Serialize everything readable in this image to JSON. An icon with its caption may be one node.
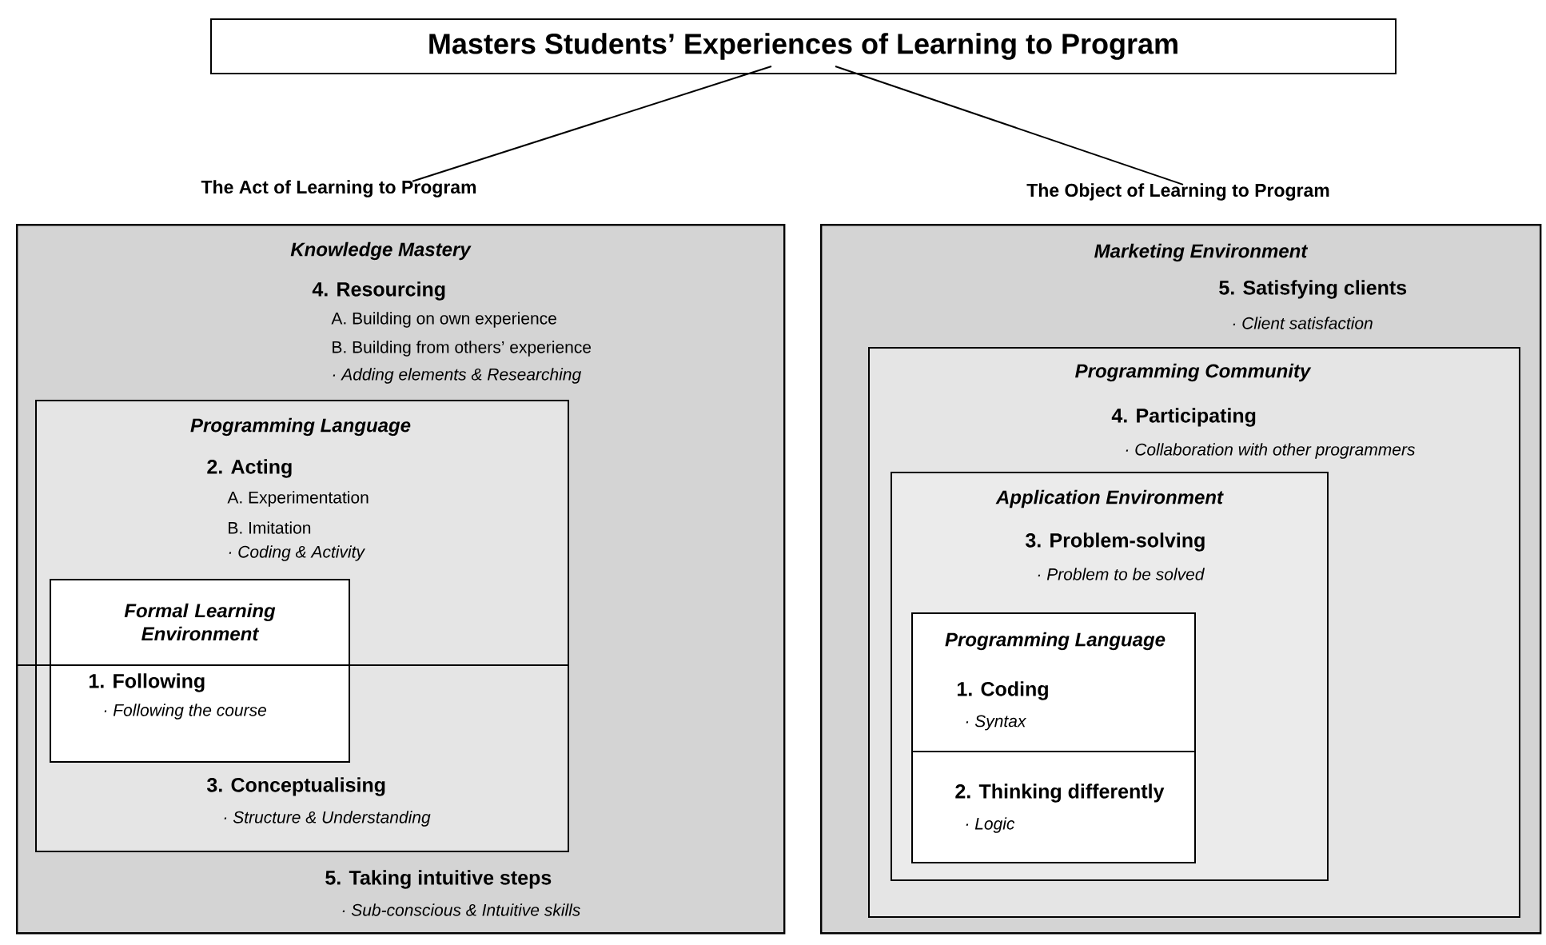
{
  "diagram": {
    "nodes": [
      {
        "text": [
          "Masters Students’ Experiences of Learning to Program"
        ]
      },
      {
        "text": [
          "The Act of Learning to Program"
        ]
      },
      {
        "text": [
          "The Object of Learning to Program"
        ]
      },
      {
        "text": [
          "Knowledge Mastery",
          "4. Resourcing",
          "A. Building on own experience",
          "B. Building from others’ experience",
          "· Adding elements & Researching",
          "5. Taking intuitive steps",
          "· Sub-conscious & Intuitive skills"
        ]
      },
      {
        "text": [
          "Programming Language",
          "2. Acting",
          "A. Experimentation",
          "B. Imitation",
          "· Coding & Activity",
          "3. Conceptualising",
          "· Structure & Understanding"
        ],
        "in": 3
      },
      {
        "text": [
          "Formal Learning Environment",
          "1. Following",
          "· Following the course"
        ],
        "in": 4
      },
      {
        "text": [
          "Marketing Environment",
          "5. Satisfying clients",
          "· Client satisfaction"
        ]
      },
      {
        "text": [
          "Programming Community",
          "4. Participating",
          "· Collaboration with other programmers"
        ],
        "in": 6
      },
      {
        "text": [
          "Application Environment",
          "3. Problem-solving",
          "· Problem to be solved"
        ],
        "in": 7
      },
      {
        "text": [
          "Programming Language",
          "1. Coding",
          "· Syntax",
          "2. Thinking differently",
          "· Logic"
        ],
        "in": 8
      }
    ],
    "edges": [
      {
        "from": 0,
        "to": 1,
        "arrow": "none"
      },
      {
        "from": 0,
        "to": 2,
        "arrow": "none"
      }
    ]
  }
}
